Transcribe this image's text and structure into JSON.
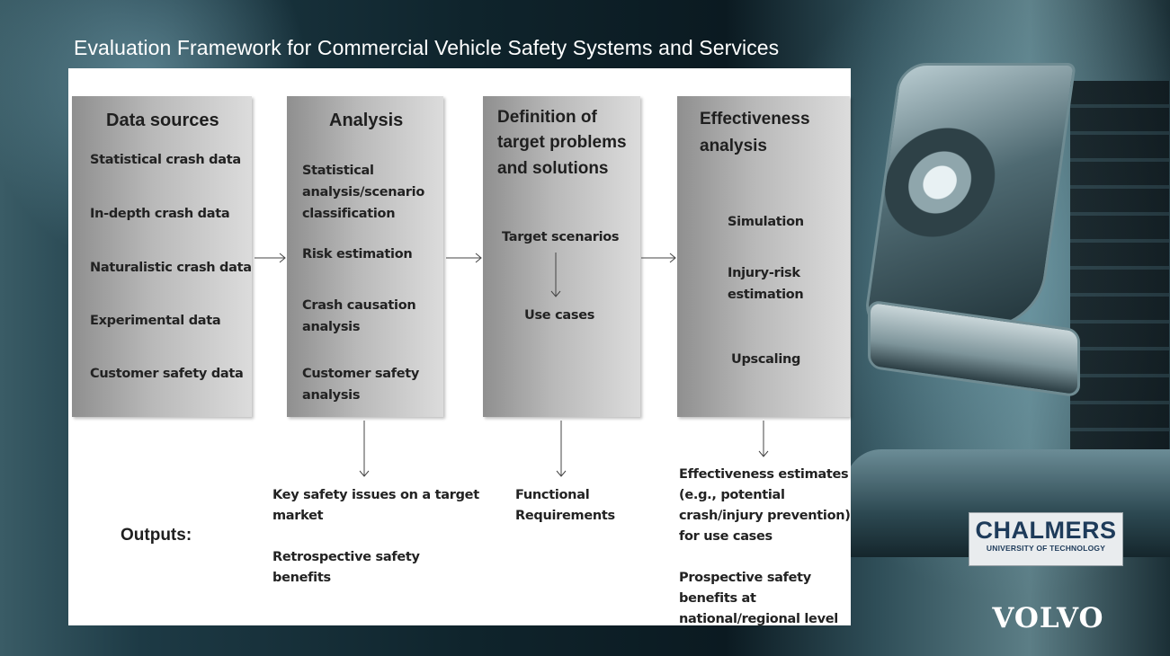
{
  "slide": {
    "title": "Evaluation Framework for Commercial Vehicle Safety Systems and Services"
  },
  "columns": [
    {
      "heading": [
        "Data sources"
      ],
      "items": [
        "Statistical crash data",
        "In-depth crash data",
        "Naturalistic crash data",
        "Experimental data",
        "Customer safety data"
      ]
    },
    {
      "heading": [
        "Analysis"
      ],
      "items": [
        "Statistical",
        "analysis/scenario",
        "classification",
        "Risk estimation",
        "Crash  causation",
        "analysis",
        "Customer safety",
        "analysis"
      ]
    },
    {
      "heading": [
        "Definition of",
        "target problems",
        "and solutions"
      ],
      "items": [
        "Target scenarios",
        "Use cases"
      ]
    },
    {
      "heading": [
        "Effectiveness",
        "analysis"
      ],
      "items": [
        "Simulation",
        "Injury-risk",
        "estimation",
        "Upscaling"
      ]
    }
  ],
  "outputs": {
    "label": "Outputs:",
    "analysis": [
      "Key safety issues on a target",
      "market",
      "Retrospective safety",
      "benefits"
    ],
    "definition": [
      "Functional",
      "Requirements"
    ],
    "effectiveness": [
      "Effectiveness estimates",
      "(e.g., potential",
      "crash/injury prevention)",
      "for use cases",
      "Prospective safety",
      "benefits at",
      "national/regional level"
    ]
  },
  "logos": {
    "chalmers": "CHALMERS",
    "chalmers_sub": "UNIVERSITY OF TECHNOLOGY",
    "volvo": "VOLVO"
  },
  "colors": {
    "panel": "#ffffff",
    "box_gradient_dark": "#8f8f8f",
    "box_gradient_light": "#dcdcdc",
    "title_text": "#ffffff",
    "chalmers_blue": "#1e3b5a"
  }
}
